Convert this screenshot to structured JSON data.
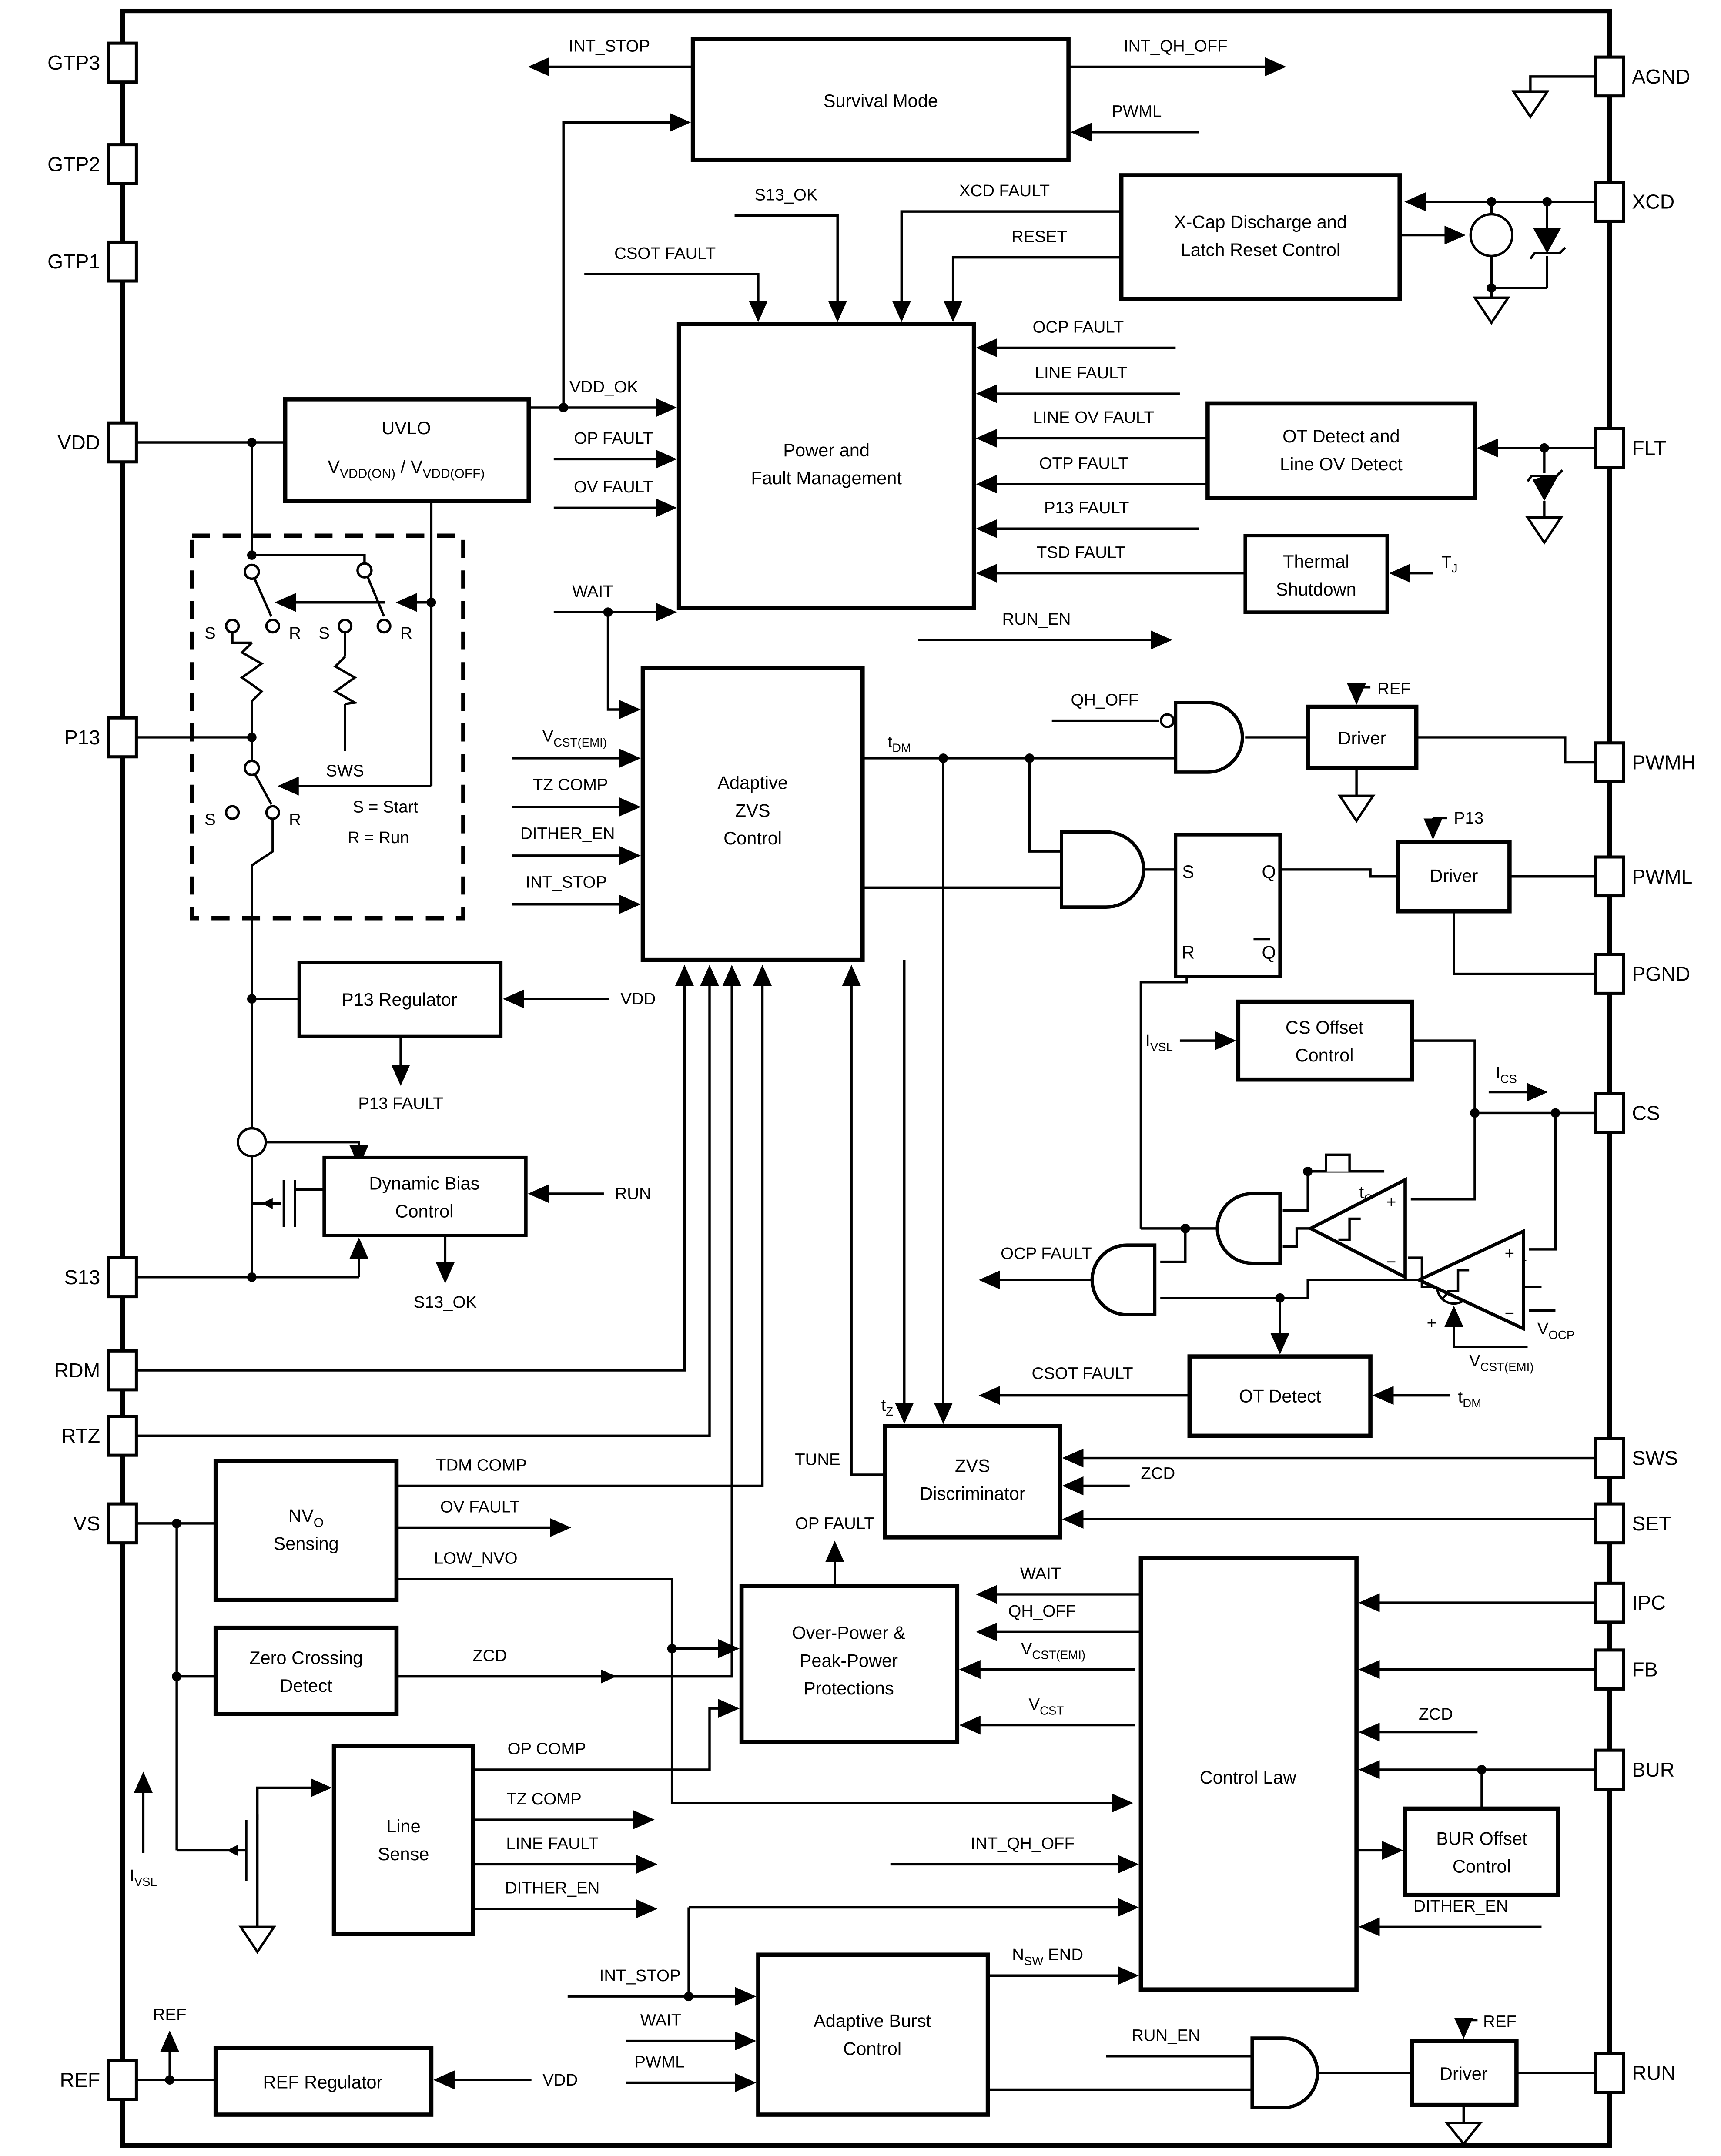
{
  "pins": {
    "left": [
      "GTP3",
      "GTP2",
      "GTP1",
      "VDD",
      "P13",
      "S13",
      "RDM",
      "RTZ",
      "VS",
      "REF"
    ],
    "right": [
      "AGND",
      "XCD",
      "FLT",
      "PWMH",
      "PWML",
      "PGND",
      "CS",
      "SWS",
      "SET",
      "IPC",
      "FB",
      "BUR",
      "RUN"
    ]
  },
  "blocks": {
    "survival": "Survival Mode",
    "xcap1": "X-Cap Discharge and",
    "xcap2": "Latch Reset Control",
    "uvlo": "UVLO",
    "uvlo_sub": [
      {
        "t": "V"
      },
      {
        "s": "VDD(ON)"
      },
      {
        "t": " / V"
      },
      {
        "s": "VDD(OFF)"
      }
    ],
    "pfm1": "Power and",
    "pfm2": "Fault Management",
    "otline1": "OT Detect and",
    "otline2": "Line OV Detect",
    "thermal1": "Thermal",
    "thermal2": "Shutdown",
    "azvs1": "Adaptive",
    "azvs2": "ZVS",
    "azvs3": "Control",
    "driver": "Driver",
    "latch_s": "S",
    "latch_r": "R",
    "latch_q": "Q",
    "latch_qb": "Q",
    "p13reg": "P13 Regulator",
    "csoff1": "CS Offset",
    "csoff2": "Control",
    "dbc1": "Dynamic Bias",
    "dbc2": "Control",
    "otdet": "OT Detect",
    "disc1": "ZVS",
    "disc2": "Discriminator",
    "nvo_parts": [
      {
        "t": "NV"
      },
      {
        "s": "O"
      }
    ],
    "nvo2": "Sensing",
    "zcd1": "Zero Crossing",
    "zcd2": "Detect",
    "line1": "Line",
    "line2": "Sense",
    "opp1": "Over-Power &",
    "opp2": "Peak-Power",
    "opp3": "Protections",
    "ctrl": "Control Law",
    "buroff1": "BUR Offset",
    "buroff2": "Control",
    "abc1": "Adaptive Burst",
    "abc2": "Control",
    "refreg": "REF Regulator"
  },
  "signals": {
    "int_stop": "INT_STOP",
    "int_qh_off": "INT_QH_OFF",
    "pwml": "PWML",
    "s13_ok": "S13_OK",
    "csot_fault": "CSOT FAULT",
    "xcd_fault": "XCD FAULT",
    "reset": "RESET",
    "vdd_ok": "VDD_OK",
    "op_fault": "OP FAULT",
    "ov_fault": "OV FAULT",
    "wait": "WAIT",
    "ocp_fault": "OCP FAULT",
    "line_fault": "LINE FAULT",
    "line_ov_fault": "LINE OV FAULT",
    "otp_fault": "OTP FAULT",
    "p13_fault": "P13 FAULT",
    "tsd_fault": "TSD FAULT",
    "run_en": "RUN_EN",
    "tz_comp": "TZ COMP",
    "dither_en": "DITHER_EN",
    "zcd": "ZCD",
    "tdm_comp": "TDM COMP",
    "low_nvo": "LOW_NVO",
    "op_comp": "OP COMP",
    "qh_off": "QH_OFF",
    "ref": "REF",
    "p13": "P13",
    "vdd": "VDD",
    "run": "RUN",
    "tune": "TUNE",
    "sws": "SWS",
    "s_start": "S = Start",
    "r_run": "R = Run",
    "s": "S",
    "r": "R"
  },
  "subs": {
    "vcst_emi": [
      {
        "t": "V"
      },
      {
        "s": "CST(EMI)"
      }
    ],
    "vcst": [
      {
        "t": "V"
      },
      {
        "s": "CST"
      }
    ],
    "vocp": [
      {
        "t": "V"
      },
      {
        "s": "OCP"
      }
    ],
    "ics": [
      {
        "t": "I"
      },
      {
        "s": "CS"
      }
    ],
    "ivsl": [
      {
        "t": "I"
      },
      {
        "s": "VSL"
      }
    ],
    "tdm": [
      {
        "t": "t"
      },
      {
        "s": "DM"
      }
    ],
    "tz": [
      {
        "t": "t"
      },
      {
        "s": "Z"
      }
    ],
    "tcsleb": [
      {
        "t": "t"
      },
      {
        "s": "CSLEB"
      }
    ],
    "tj": [
      {
        "t": "T"
      },
      {
        "s": "J"
      }
    ],
    "nsw_end": [
      {
        "t": "N"
      },
      {
        "s": "SW"
      },
      {
        "t": " END"
      }
    ]
  }
}
